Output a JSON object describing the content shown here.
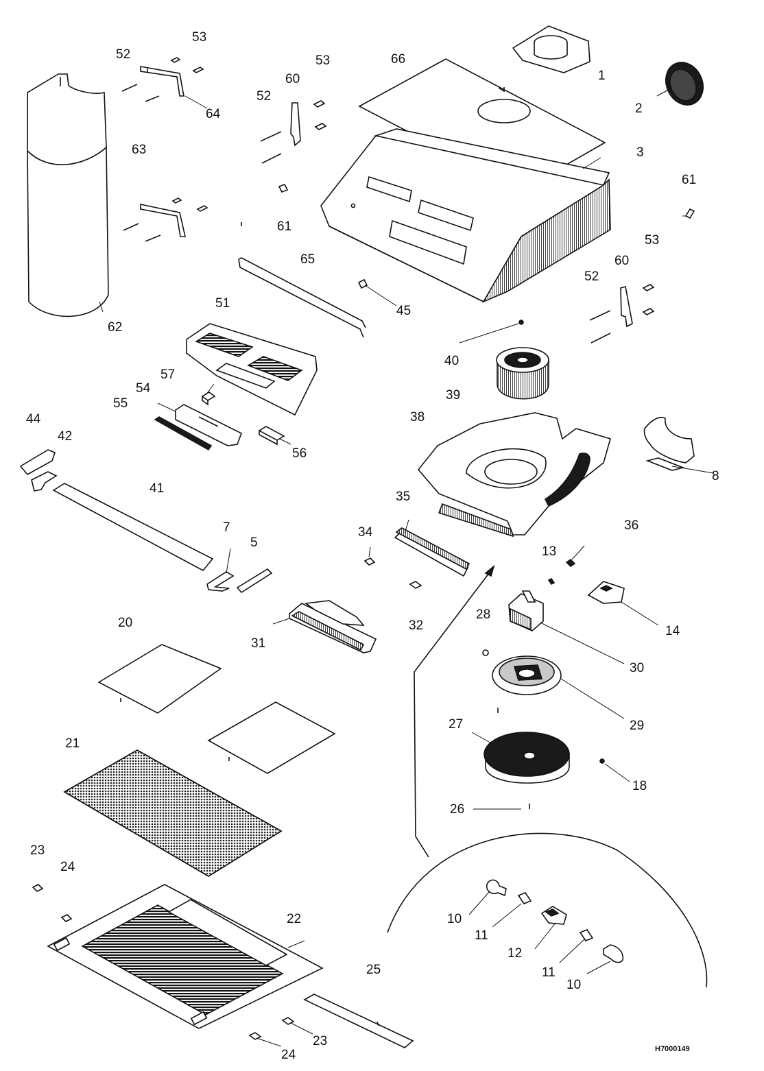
{
  "callouts": {
    "c1": "1",
    "c2": "2",
    "c3": "3",
    "c5": "5",
    "c7": "7",
    "c8": "8",
    "c10a": "10",
    "c10b": "10",
    "c11a": "11",
    "c11b": "11",
    "c12": "12",
    "c13": "13",
    "c14": "14",
    "c18": "18",
    "c20": "20",
    "c21": "21",
    "c22": "22",
    "c23a": "23",
    "c23b": "23",
    "c24a": "24",
    "c24b": "24",
    "c25": "25",
    "c26": "26",
    "c27": "27",
    "c28": "28",
    "c29": "29",
    "c30": "30",
    "c31": "31",
    "c32": "32",
    "c34": "34",
    "c35": "35",
    "c36": "36",
    "c38": "38",
    "c39": "39",
    "c40": "40",
    "c41": "41",
    "c42": "42",
    "c44": "44",
    "c45": "45",
    "c51": "51",
    "c52a": "52",
    "c52b": "52",
    "c52c": "52",
    "c53a": "53",
    "c53b": "53",
    "c53c": "53",
    "c54": "54",
    "c55": "55",
    "c56": "56",
    "c57": "57",
    "c60a": "60",
    "c60b": "60",
    "c61a": "61",
    "c61b": "61",
    "c62": "62",
    "c63": "63",
    "c64": "64",
    "c65": "65",
    "c66": "66"
  },
  "drawing_code": "H7000149"
}
